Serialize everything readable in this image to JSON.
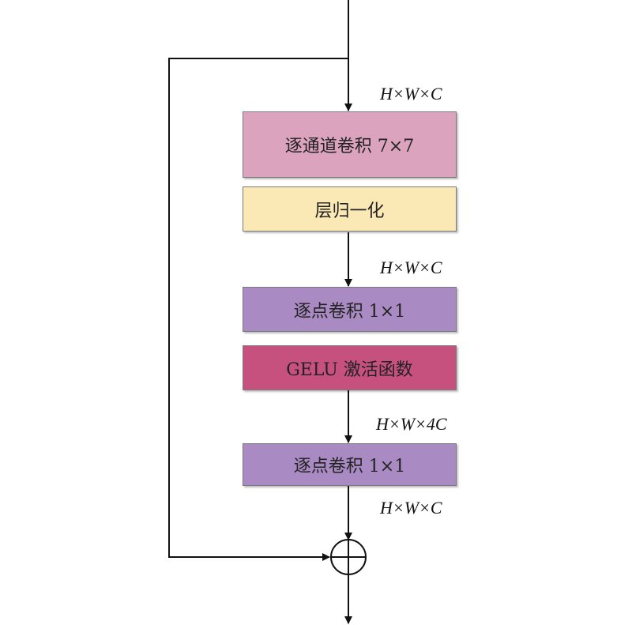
{
  "blocks": [
    {
      "label": "逐通道卷积 7×7",
      "color": "#dba3bd"
    },
    {
      "label": "层归一化",
      "color": "#fae8b5"
    },
    {
      "label": "逐点卷积 1×1",
      "color": "#a98ac2"
    },
    {
      "label": "GELU 激活函数",
      "color": "#c7517e"
    },
    {
      "label": "逐点卷积 1×1",
      "color": "#a98ac2"
    }
  ],
  "dimensions": [
    "H×W×C",
    "H×W×C",
    "H×W×4C",
    "H×W×C"
  ],
  "line_color": "#111111"
}
